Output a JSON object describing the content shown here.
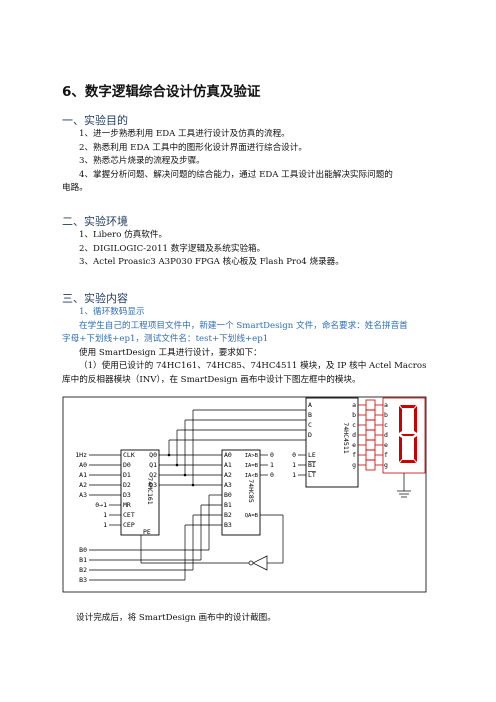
{
  "title": "6、数字逻辑综合设计仿真及验证",
  "section1": {
    "heading": "一、实验目的",
    "items": [
      "1、进一步熟悉利用 EDA 工具进行设计及仿真的流程。",
      "2、熟悉利用 EDA 工具中的图形化设计界面进行综合设计。",
      "3、熟悉芯片烧录的流程及步骤。",
      "4、掌握分析问题、解决问题的综合能力，通过 EDA 工具设计出能解决实际问题的",
      "电路。"
    ]
  },
  "section2": {
    "heading": "二、实验环境",
    "items": [
      "1、Libero 仿真软件。",
      "2、DIGILOGIC-2011 数字逻辑及系统实验箱。",
      "3、Actel Proasic3 A3P030 FPGA 核心板及 Flash Pro4 烧录器。"
    ]
  },
  "section3": {
    "heading": "三、实验内容",
    "sub1": "1、循环数码显示",
    "blue_para": [
      "在学生自己的工程项目文件中，新建一个 SmartDesign 文件，命名要求：姓名拼音首",
      "字母+下划线+ep1，测试文件名：test+下划线+ep1"
    ],
    "para2": "使用 SmartDesign 工具进行设计，要求如下：",
    "para3": [
      "（1）使用已设计的 74HC161、74HC85、74HC4511 模块，及 IP 核中 Actel Macros",
      "库中的反相器模块（INV），在 SmartDesign 画布中设计下图左框中的模块。"
    ]
  },
  "circuit": {
    "left_inputs": [
      "1Hz",
      "A0",
      "A1",
      "A2",
      "A3",
      "0→1",
      "1",
      "1"
    ],
    "b_inputs": [
      "B0",
      "B1",
      "B2",
      "B3"
    ],
    "chip161": {
      "name": "74HC161",
      "pins_left": [
        "CLK",
        "D0",
        "D1",
        "D2",
        "D3",
        "MR",
        "CET",
        "CEP"
      ],
      "pins_right": [
        "Q0",
        "Q1",
        "Q2",
        "Q3"
      ],
      "bottom_pin": "PE"
    },
    "chip85": {
      "name": "74HC85",
      "pins_left": [
        "A0",
        "A1",
        "A2",
        "A3",
        "B0",
        "B1",
        "B2",
        "B3"
      ],
      "pins_right": [
        "IA>B",
        "IA=B",
        "IA<B"
      ],
      "out_pin": "QA=B",
      "const_inputs": [
        "0",
        "1",
        "0"
      ]
    },
    "chip4511": {
      "name": "74HC4511",
      "pins_left": [
        "A",
        "B",
        "C",
        "D",
        "LE",
        "BI",
        "LT"
      ],
      "pins_right": [
        "a",
        "b",
        "c",
        "d",
        "e",
        "f",
        "g"
      ],
      "const_inputs": [
        "0",
        "1",
        "1"
      ]
    },
    "display_pins": [
      "a",
      "b",
      "c",
      "d",
      "e",
      "f",
      "g"
    ],
    "colors": {
      "segment": "#cc0000",
      "wire": "#000000"
    }
  },
  "caption": "设计完成后，将 SmartDesign 画布中的设计截图。"
}
